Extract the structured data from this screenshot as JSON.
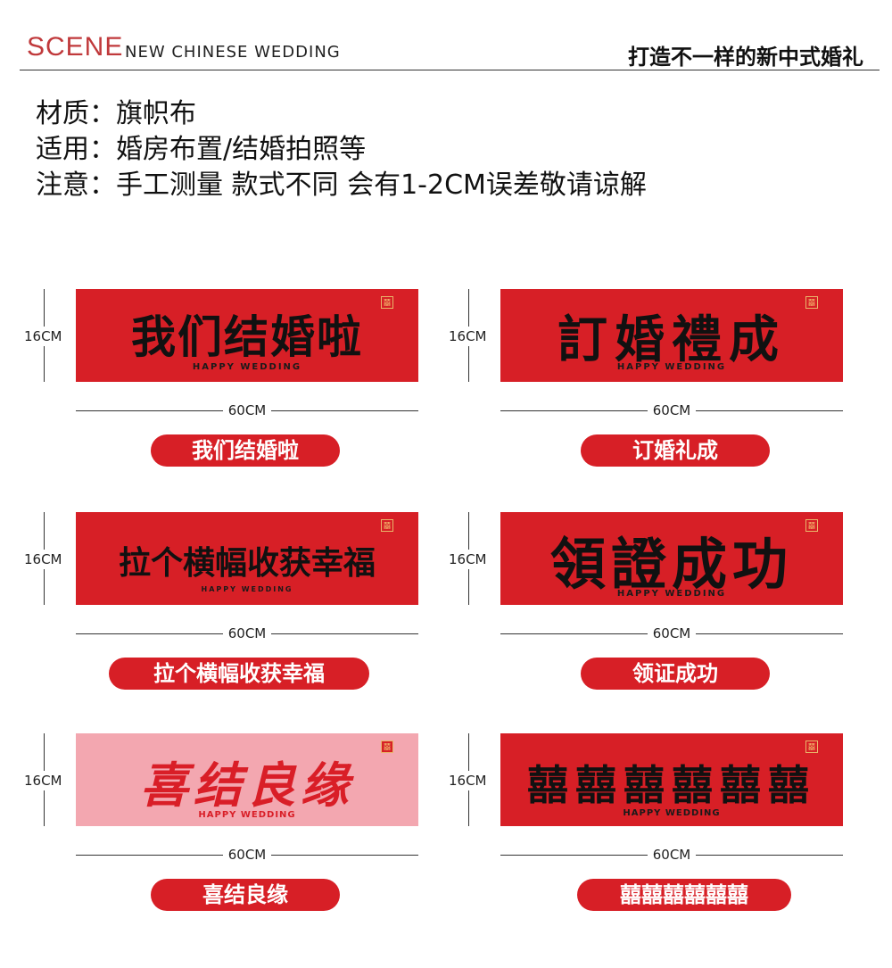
{
  "header": {
    "scene": "SCENE",
    "subtitle": "NEW CHINESE WEDDING",
    "slogan": "打造不一样的新中式婚礼"
  },
  "specs": [
    "材质：旗帜布",
    "适用：婚房布置/结婚拍照等",
    "注意：手工测量 款式不同 会有1-2CM误差敬请谅解"
  ],
  "products": [
    {
      "height": "16CM",
      "width": "60CM",
      "calligraphy": "我们结婚啦",
      "english": "HAPPY WEDDING",
      "name": "我们结婚啦",
      "seal": "囍",
      "style": "red"
    },
    {
      "height": "16CM",
      "width": "60CM",
      "calligraphy": "訂婚禮成",
      "english": "HAPPY WEDDING",
      "name": "订婚礼成",
      "seal": "囍",
      "style": "red"
    },
    {
      "height": "16CM",
      "width": "60CM",
      "calligraphy": "拉个横幅收获幸福",
      "english": "HAPPY WEDDING",
      "name": "拉个横幅收获幸福",
      "seal": "囍",
      "style": "red"
    },
    {
      "height": "16CM",
      "width": "60CM",
      "calligraphy": "領證成功",
      "english": "HAPPY WEDDING",
      "name": "领证成功",
      "seal": "囍",
      "style": "red"
    },
    {
      "height": "16CM",
      "width": "60CM",
      "calligraphy": "喜结良缘",
      "english": "HAPPY WEDDING",
      "name": "喜结良缘",
      "seal": "囍",
      "style": "pink"
    },
    {
      "height": "16CM",
      "width": "60CM",
      "calligraphy": "囍囍囍囍囍囍",
      "english": "HAPPY WEDDING",
      "name": "囍囍囍囍囍囍",
      "seal": "囍",
      "style": "red"
    }
  ]
}
